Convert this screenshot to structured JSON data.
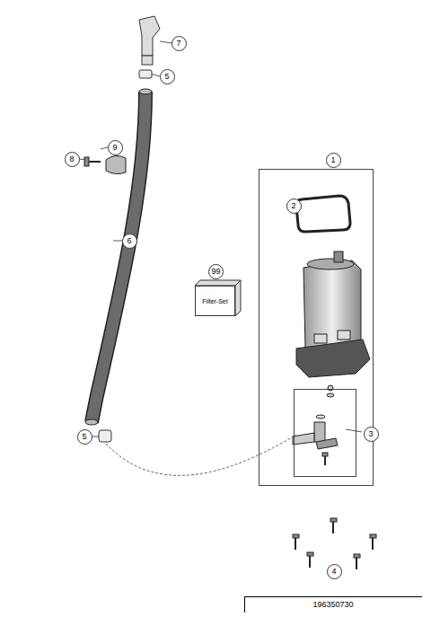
{
  "diagram": {
    "nodes": [
      {
        "text": [
          "1"
        ]
      },
      {
        "text": [
          "3"
        ],
        "in": 0
      },
      {
        "text": [
          "99",
          "Filter-Set"
        ]
      },
      {
        "text": [
          "196350730"
        ]
      }
    ],
    "labels": [
      "7",
      "5",
      "9",
      "8",
      "6",
      "2",
      "5",
      "4"
    ]
  }
}
